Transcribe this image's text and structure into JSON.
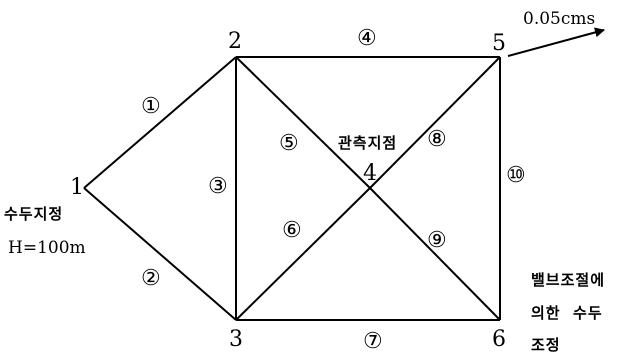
{
  "nodes": {
    "n1": "1",
    "n2": "2",
    "n3": "3",
    "n4": "4",
    "n5": "5",
    "n6": "6"
  },
  "pipes": {
    "p1": "①",
    "p2": "②",
    "p3": "③",
    "p4": "④",
    "p5": "⑤",
    "p6": "⑥",
    "p7": "⑦",
    "p8": "⑧",
    "p9": "⑨",
    "p10": "⑩"
  },
  "annotations": {
    "flow": "0.05cms",
    "head_node_title": "수두지정",
    "head_node_value": "H=100m",
    "observation": "관측지점",
    "valve_line1": "밸브조절에",
    "valve_line2": "의한  수두",
    "valve_line3": "조정"
  },
  "colors": {
    "line": "#000000",
    "background": "#ffffff"
  }
}
